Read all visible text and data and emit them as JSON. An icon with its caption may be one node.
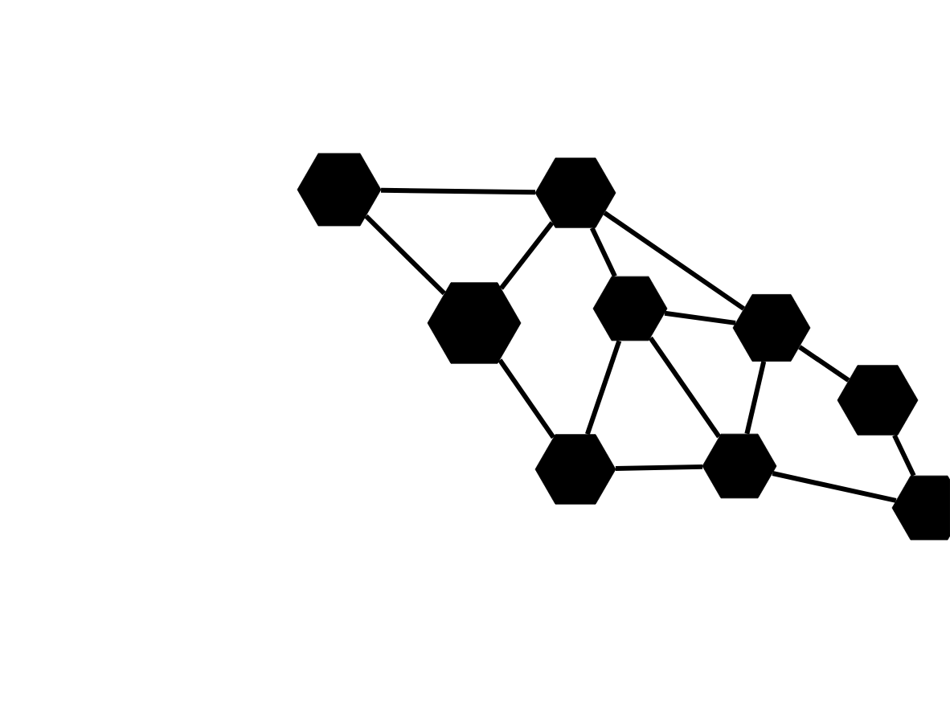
{
  "diagram": {
    "nodes": [
      {
        "text": [],
        "shape": "hexagon"
      },
      {
        "text": [],
        "shape": "hexagon"
      },
      {
        "text": [],
        "shape": "hexagon"
      },
      {
        "text": [],
        "shape": "hexagon"
      },
      {
        "text": [],
        "shape": "hexagon"
      },
      {
        "text": [],
        "shape": "hexagon"
      },
      {
        "text": [],
        "shape": "hexagon"
      },
      {
        "text": [],
        "shape": "hexagon"
      },
      {
        "text": [],
        "shape": "hexagon"
      }
    ],
    "edges": [
      {
        "from": 0,
        "to": 1,
        "arrow": "none"
      },
      {
        "from": 0,
        "to": 2,
        "arrow": "none"
      },
      {
        "from": 1,
        "to": 2,
        "arrow": "none"
      },
      {
        "from": 1,
        "to": 3,
        "arrow": "none"
      },
      {
        "from": 1,
        "to": 4,
        "arrow": "none"
      },
      {
        "from": 2,
        "to": 6,
        "arrow": "none"
      },
      {
        "from": 3,
        "to": 6,
        "arrow": "none"
      },
      {
        "from": 3,
        "to": 7,
        "arrow": "none"
      },
      {
        "from": 3,
        "to": 4,
        "arrow": "none"
      },
      {
        "from": 4,
        "to": 7,
        "arrow": "none"
      },
      {
        "from": 4,
        "to": 5,
        "arrow": "none"
      },
      {
        "from": 6,
        "to": 7,
        "arrow": "none"
      },
      {
        "from": 7,
        "to": 8,
        "arrow": "none"
      },
      {
        "from": 5,
        "to": 8,
        "arrow": "none"
      }
    ]
  }
}
